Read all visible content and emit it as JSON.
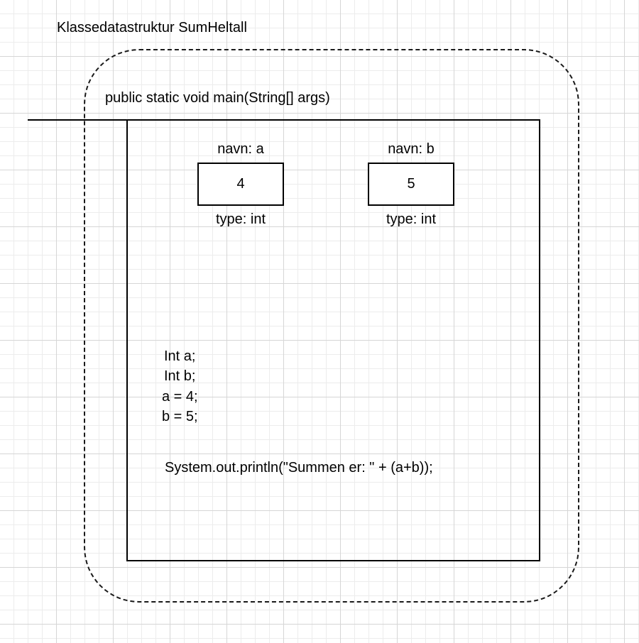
{
  "diagram": {
    "class_title": "Klassedatastruktur SumHeltall",
    "method_title": "public static void main(String[] args)",
    "variables": [
      {
        "name_label": "navn: a",
        "value": "4",
        "type_label": "type: int"
      },
      {
        "name_label": "navn: b",
        "value": "5",
        "type_label": "type: int"
      }
    ],
    "code_lines": [
      "Int a;",
      "Int b;",
      "a = 4;",
      "b = 5;"
    ],
    "print_statement": "System.out.println(\"Summen er: \" + (a+b));"
  }
}
